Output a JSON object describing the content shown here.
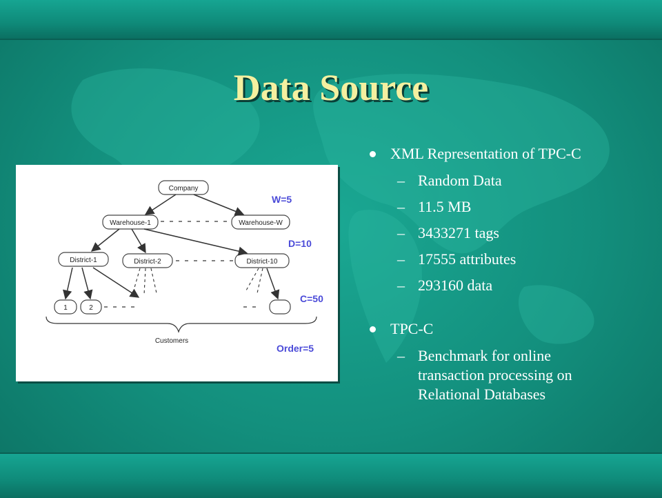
{
  "slide": {
    "title": "Data Source",
    "bullets": [
      {
        "text": "XML Representation of TPC-C",
        "sub": [
          "Random Data",
          "11.5 MB",
          "3433271 tags",
          "17555 attributes",
          "293160 data"
        ]
      },
      {
        "text": "TPC-C",
        "sub": [
          "Benchmark for online transaction processing on Relational Databases"
        ]
      }
    ],
    "sub_bullet_marker": "–"
  },
  "diagram": {
    "nodes": {
      "company": "Company",
      "warehouse_1": "Warehouse-1",
      "warehouse_w": "Warehouse-W",
      "district_1": "District-1",
      "district_2": "District-2",
      "district_10": "District-10",
      "customer_1": "1",
      "customer_2": "2"
    },
    "group_label": "Customers",
    "params": {
      "w": "W=5",
      "d": "D=10",
      "c": "C=50",
      "order": "Order=5"
    }
  },
  "colors": {
    "background": "#138f7d",
    "title": "#f4f0a0",
    "param_text": "#4a4ad8"
  }
}
